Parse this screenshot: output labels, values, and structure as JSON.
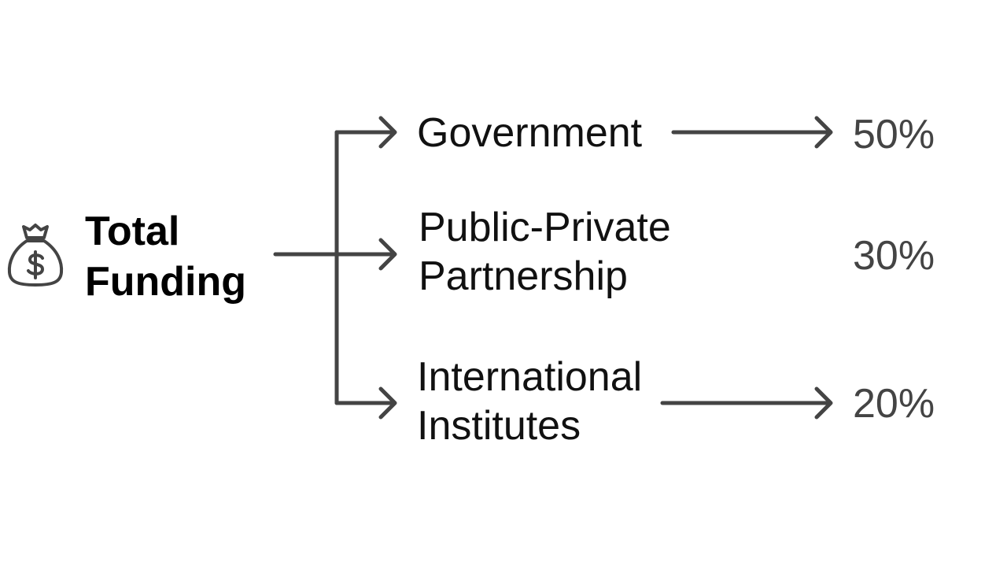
{
  "root": {
    "icon": "money-bag-icon",
    "label_line1": "Total",
    "label_line2": "Funding"
  },
  "branches": [
    {
      "label_line1": "Government",
      "label_line2": "",
      "percent": "50%"
    },
    {
      "label_line1": "Public-Private",
      "label_line2": "Partnership",
      "percent": "30%"
    },
    {
      "label_line1": "International",
      "label_line2": "Institutes",
      "percent": "20%"
    }
  ],
  "colors": {
    "connector": "#444444",
    "root_text": "#000000",
    "branch_text": "#111111",
    "percent_text": "#444444"
  }
}
